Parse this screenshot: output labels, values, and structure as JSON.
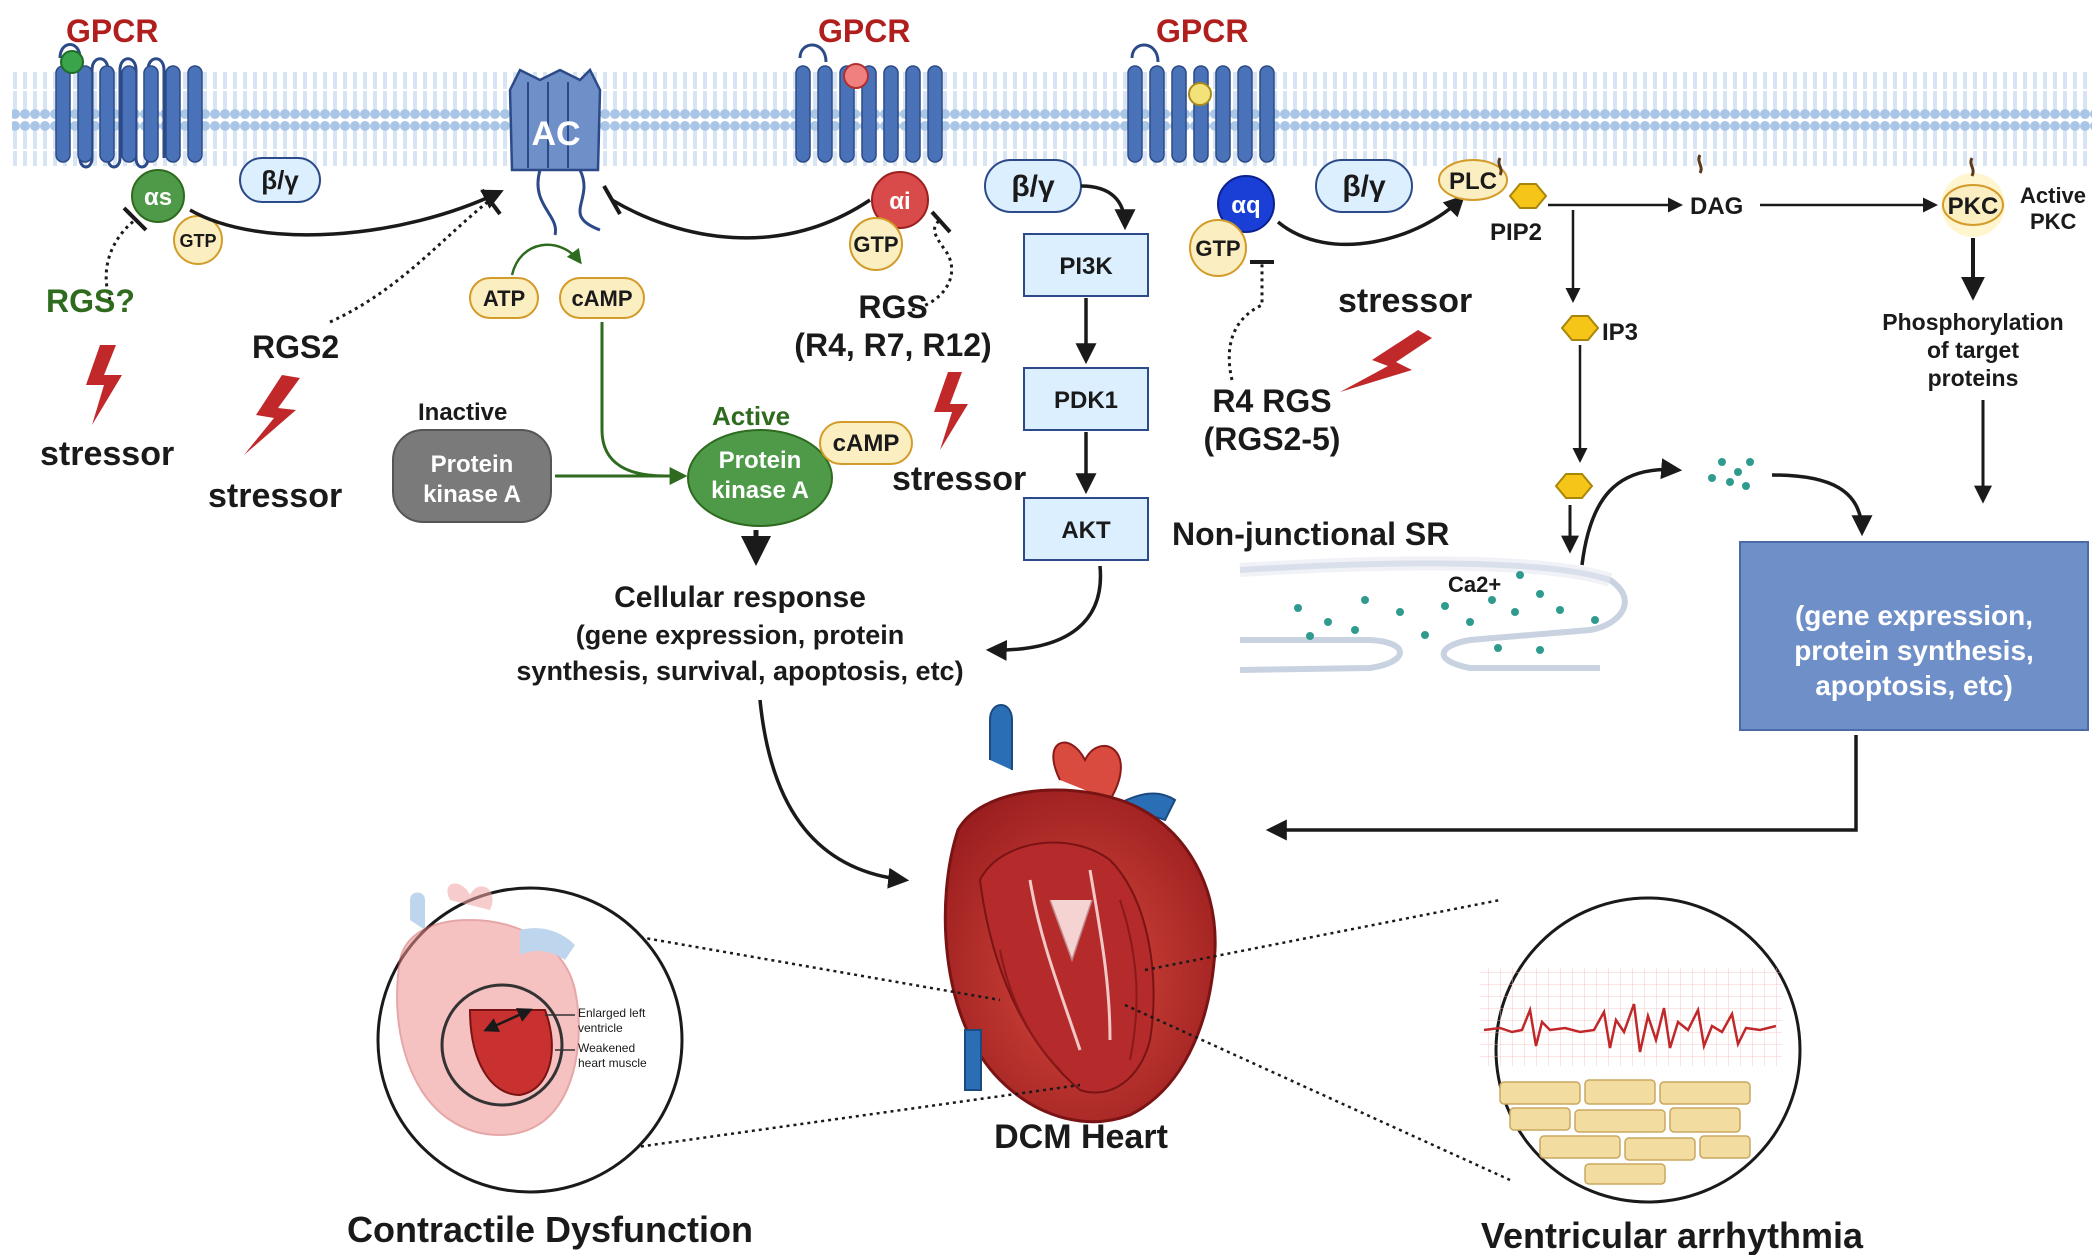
{
  "membrane": {
    "gpcr_label": "GPCR",
    "ac_label": "AC",
    "alpha_s": "αs",
    "alpha_i": "αi",
    "alpha_q": "αq",
    "beta_gamma": "β/γ",
    "gtp": "GTP"
  },
  "left": {
    "rgs_question": "RGS?",
    "rgs2": "RGS2",
    "stressor": "stressor",
    "atp": "ATP",
    "camp": "cAMP",
    "inactive_label": "Inactive",
    "pka_line1": "Protein",
    "pka_line2": "kinase A",
    "active_label": "Active",
    "cellular_response": "Cellular response",
    "response_line1": "(gene expression, protein",
    "response_line2": "synthesis, survival, apoptosis, etc)"
  },
  "middle": {
    "rgs_label": "RGS",
    "rgs_types": "(R4, R7, R12)",
    "stressor": "stressor",
    "pi3k": "PI3K",
    "pdk1": "PDK1",
    "akt": "AKT"
  },
  "right": {
    "stressor": "stressor",
    "r4rgs_line1": "R4 RGS",
    "r4rgs_line2": "(RGS2-5)",
    "plc": "PLC",
    "pip2": "PIP2",
    "dag": "DAG",
    "pkc": "PKC",
    "active_pkc_line1": "Active",
    "active_pkc_line2": "PKC",
    "ip3": "IP3",
    "phospho_line1": "Phosphorylation",
    "phospho_line2": "of target",
    "phospho_line3": "proteins",
    "sr_label": "Non-junctional SR",
    "ca_label": "Ca2+",
    "box_line1": "(gene expression,",
    "box_line2": "protein synthesis,",
    "box_line3": "apoptosis, etc)"
  },
  "bottom": {
    "heart_label": "DCM Heart",
    "contractile": "Contractile Dysfunction",
    "arrhythmia": "Ventricular arrhythmia",
    "enlarged_line1": "Enlarged left",
    "enlarged_line2": "ventricle",
    "weakened_line1": "Weakened",
    "weakened_line2": "heart muscle"
  },
  "colors": {
    "receptor_blue": "#4a72b8",
    "membrane_blue": "#a9c6e6",
    "stressor_red": "#c0282a",
    "pka_green": "#4e9a49",
    "box_blue": "#6f8fc9",
    "gtp_yellow": "#fbeec0"
  }
}
